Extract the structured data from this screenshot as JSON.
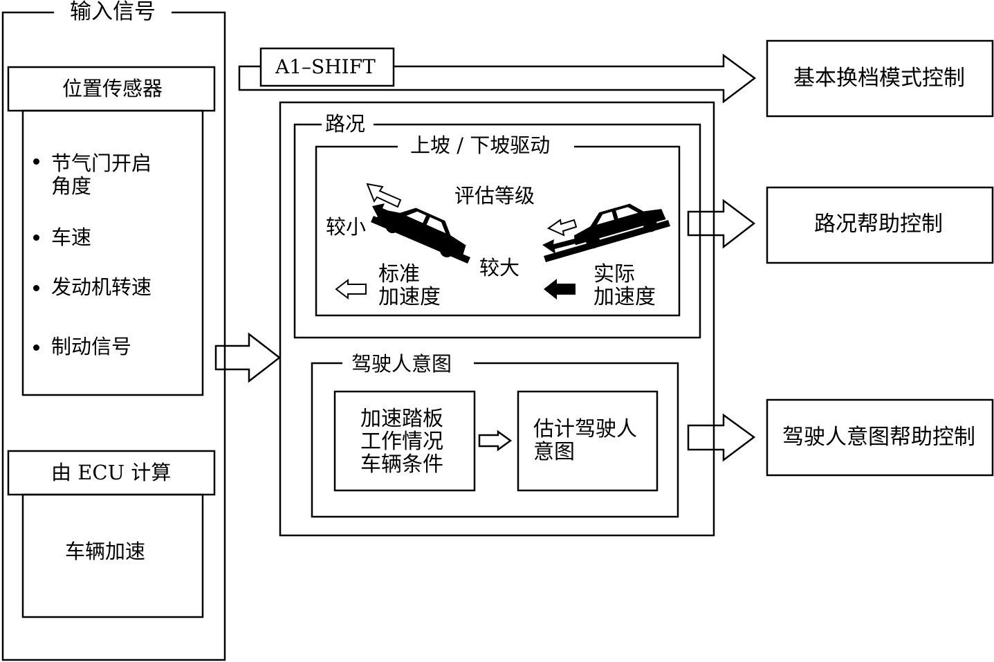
{
  "input": {
    "title": "输入信号",
    "sensors_title": "位置传感器",
    "sensors": [
      "节气门开启",
      "角度",
      "车速",
      "发动机转速",
      "制动信号"
    ],
    "ecu_title": "由 ECU 计算",
    "ecu_item": "车辆加速"
  },
  "a1shift": "A1–SHIFT",
  "road": {
    "title": "路况",
    "slope_title": "上坡 / 下坡驱动",
    "rating": "评估等级",
    "smaller": "较小",
    "larger": "较大",
    "standard_accel": [
      "标准",
      "加速度"
    ],
    "actual_accel": [
      "实际",
      "加速度"
    ]
  },
  "driver": {
    "title": "驾驶人意图",
    "conditions": [
      "加速踏板",
      "工作情况",
      "车辆条件"
    ],
    "estimate": [
      "估计驾驶人",
      "意图"
    ]
  },
  "outputs": [
    "基本换档模式控制",
    "路况帮助控制",
    "驾驶人意图帮助控制"
  ]
}
